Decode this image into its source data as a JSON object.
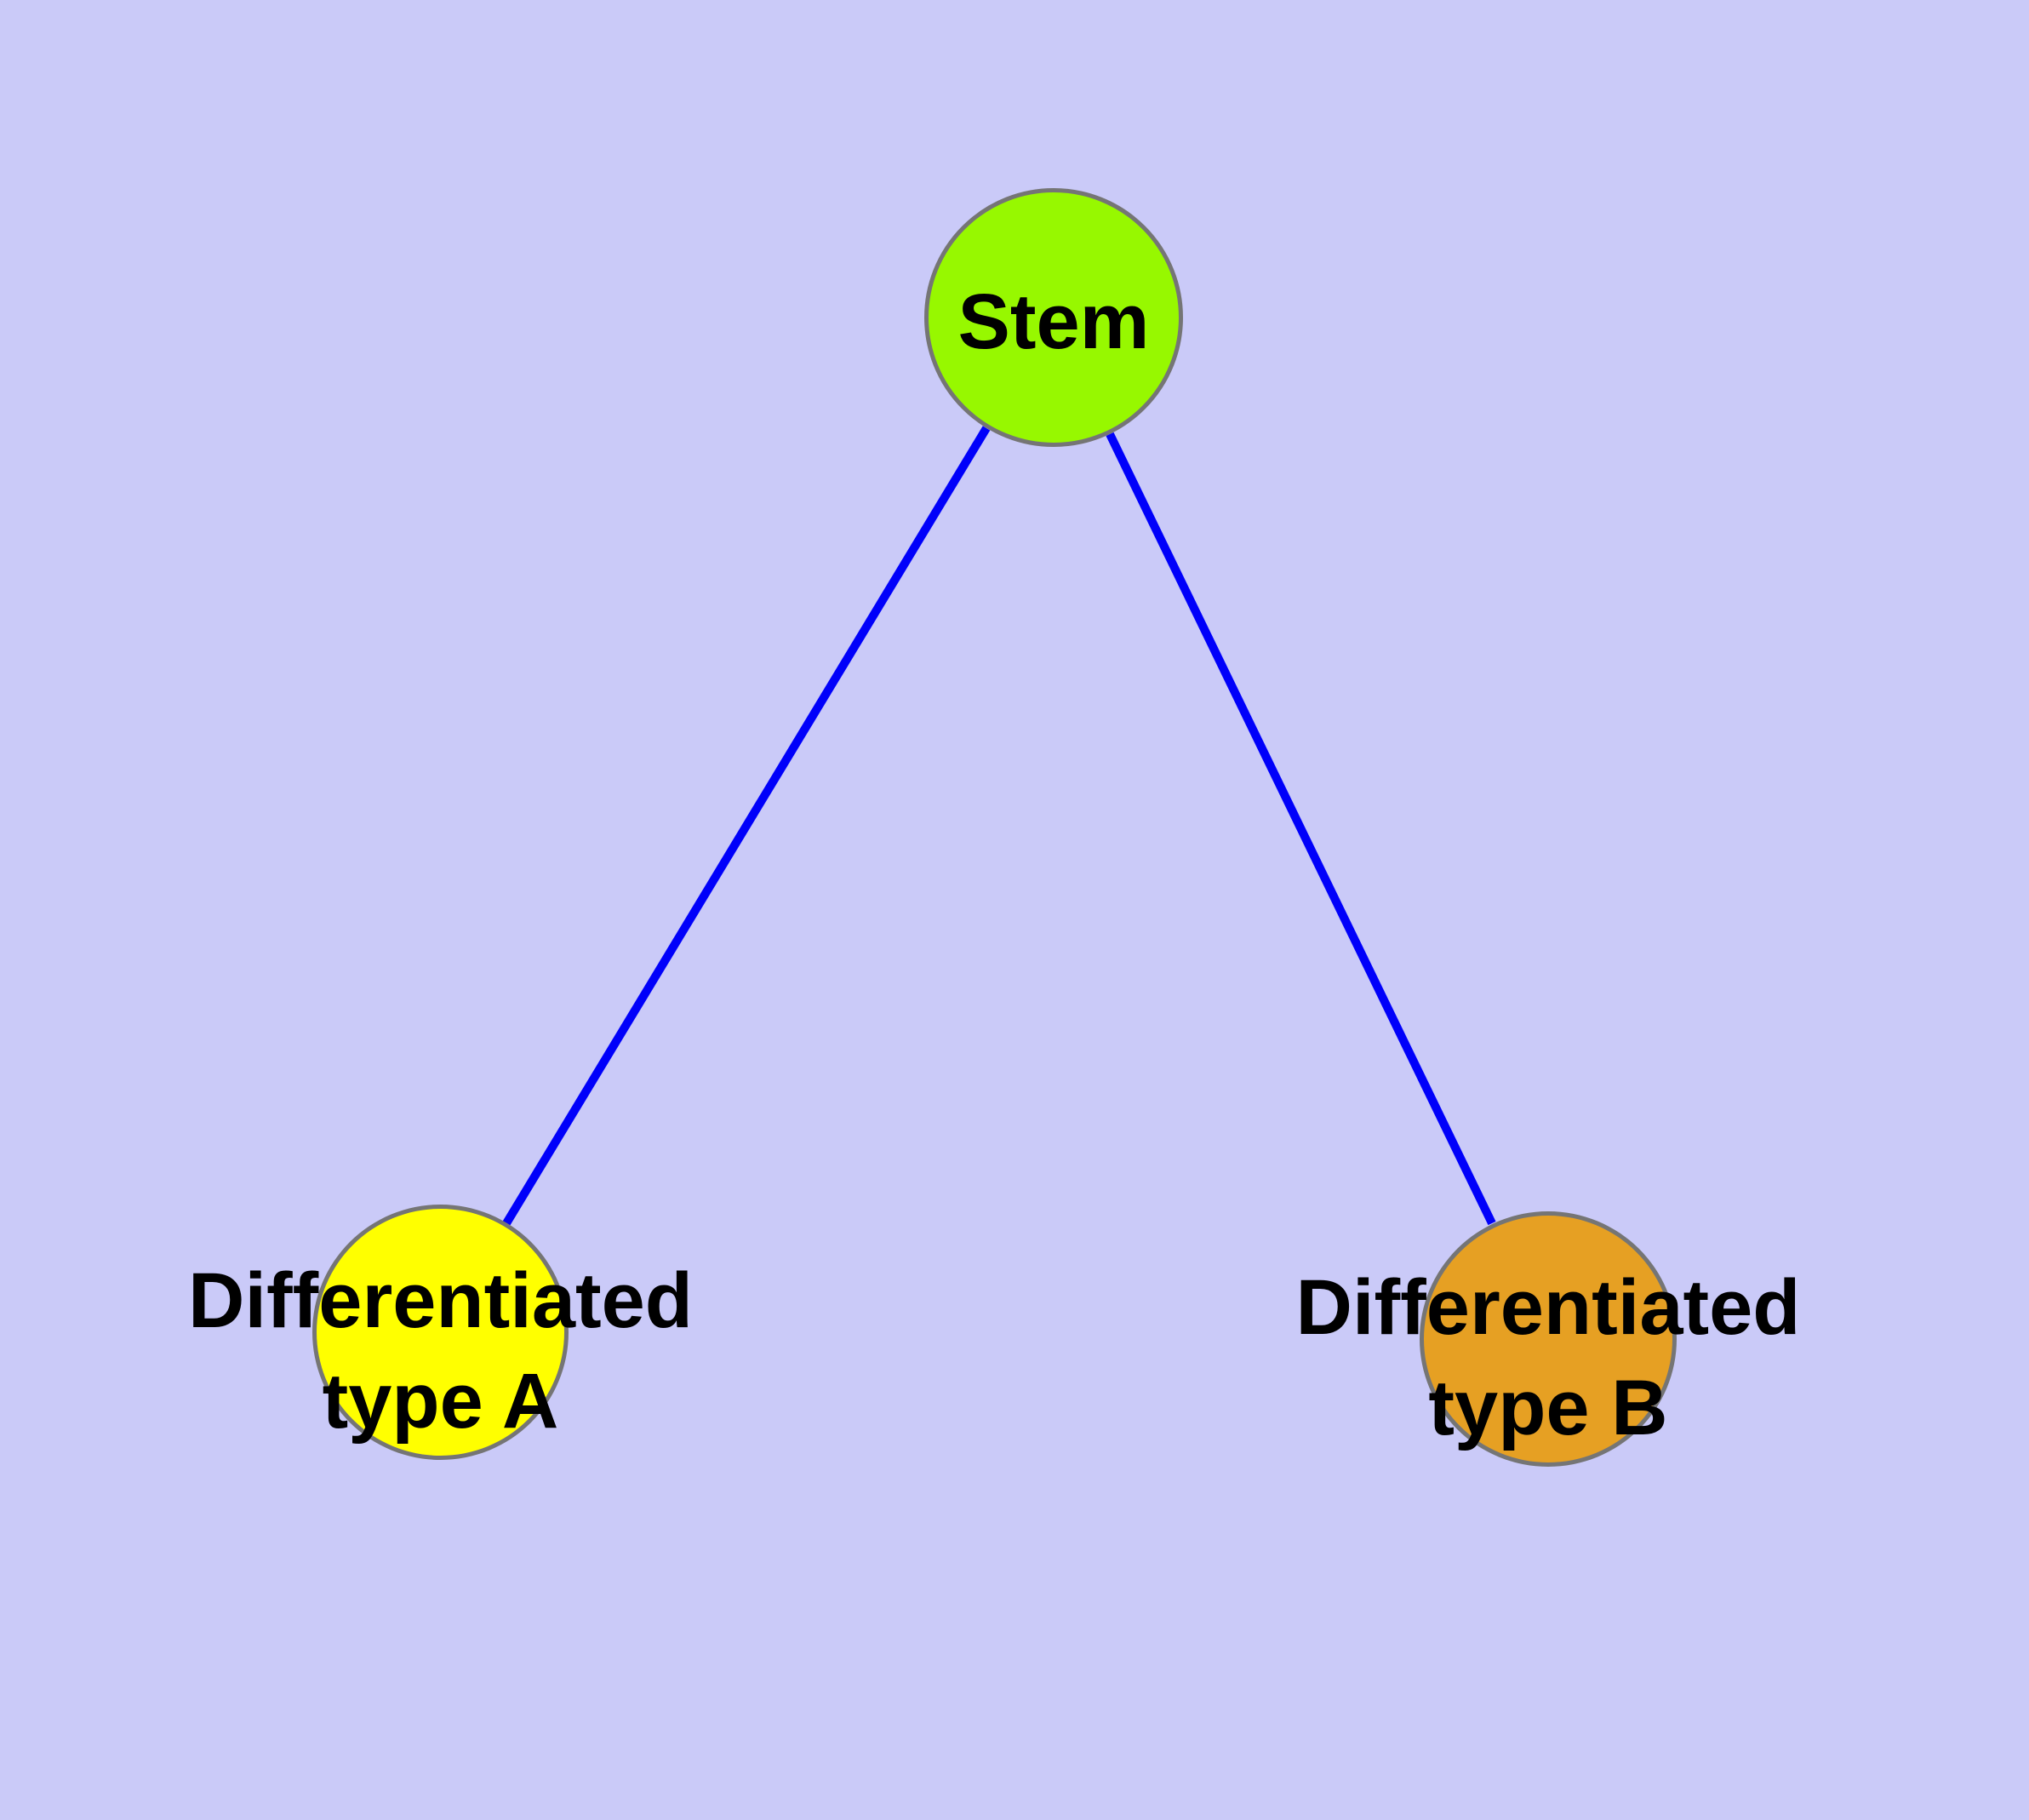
{
  "diagram": {
    "type": "graph",
    "background_color": "#CACAF8",
    "edge_color": "#0000FA",
    "node_border_color": "#757575",
    "text_color": "#000000",
    "nodes": {
      "stem": {
        "label": "Stem",
        "fill_color": "#97F800"
      },
      "typeA": {
        "label": "Differentiated\ntype A",
        "fill_color": "#FFFF00"
      },
      "typeB": {
        "label": "Differentiated\ntype B",
        "fill_color": "#E6A023"
      }
    },
    "edges": {
      "stem_to_typeA": {
        "from": "Stem",
        "to": "Differentiated type A"
      },
      "stem_to_typeB": {
        "from": "Stem",
        "to": "Differentiated type B"
      }
    }
  }
}
